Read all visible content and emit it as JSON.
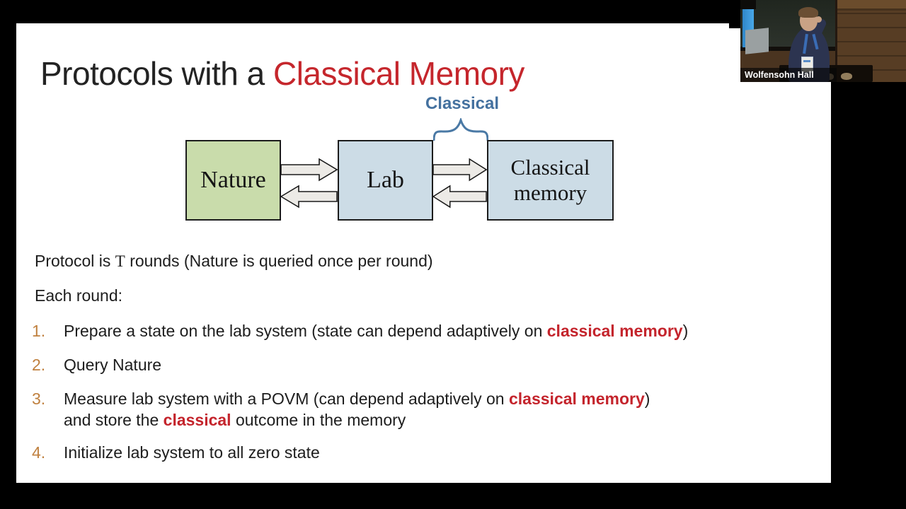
{
  "title": {
    "prefix": "Protocols with a ",
    "highlight": "Classical Memory"
  },
  "diagram": {
    "brace_label": "Classical",
    "nature_label": "Nature",
    "lab_label": "Lab",
    "memory_label_line1": "Classical",
    "memory_label_line2": "memory"
  },
  "body": {
    "protocol_pre": "Protocol is ",
    "protocol_t": "T",
    "protocol_post": " rounds (Nature is queried once per round)",
    "each_round": "Each round:"
  },
  "list": {
    "item1": {
      "num": "1.",
      "pre": "Prepare a state on the lab system (state can depend adaptively on ",
      "red": "classical memory",
      "post": ")"
    },
    "item2": {
      "num": "2.",
      "text": "Query Nature"
    },
    "item3": {
      "num": "3.",
      "line1_pre": "Measure lab system with a POVM (can depend adaptively on ",
      "line1_red": "classical memory",
      "line1_post": ")",
      "line2_pre": "and store the ",
      "line2_red": "classical",
      "line2_post": " outcome in the memory"
    },
    "item4": {
      "num": "4.",
      "text": "Initialize lab system to all zero state"
    }
  },
  "video": {
    "location_label": "Wolfensohn Hall"
  },
  "colors": {
    "title_red": "#c5262c",
    "body_red": "#c4242c",
    "list_number_orange": "#c08140",
    "diagram_label_blue": "#44719f",
    "nature_box_green": "#c9dcab",
    "memory_box_blue": "#ccdce6",
    "slide_background": "#ffffff",
    "letterbox_black": "#000000"
  }
}
